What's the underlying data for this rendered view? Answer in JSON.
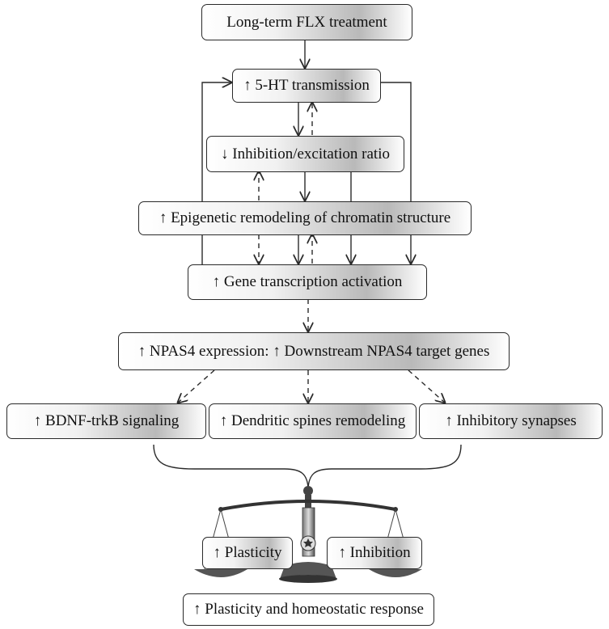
{
  "nodes": {
    "flx": "Long-term FLX treatment",
    "ht": "↑ 5-HT transmission",
    "ie": "↓ Inhibition/excitation ratio",
    "epi": "↑ Epigenetic remodeling of chromatin structure",
    "gene": "↑ Gene transcription activation",
    "npas": "↑ NPAS4 expression: ↑ Downstream NPAS4 target genes",
    "bdnf": "↑ BDNF-trkB signaling",
    "dend": "↑ Dendritic spines remodeling",
    "inh": "↑ Inhibitory synapses",
    "plast": "↑ Plasticity",
    "inhib": "↑ Inhibition",
    "final": "↑ Plasticity and homeostatic response"
  },
  "colors": {
    "stroke": "#2a2a2a",
    "scale_metal": "#3c3c3c",
    "box_gradient_mid": "#b9b9b9"
  },
  "icons": {
    "balance": "balance-scale-icon"
  }
}
